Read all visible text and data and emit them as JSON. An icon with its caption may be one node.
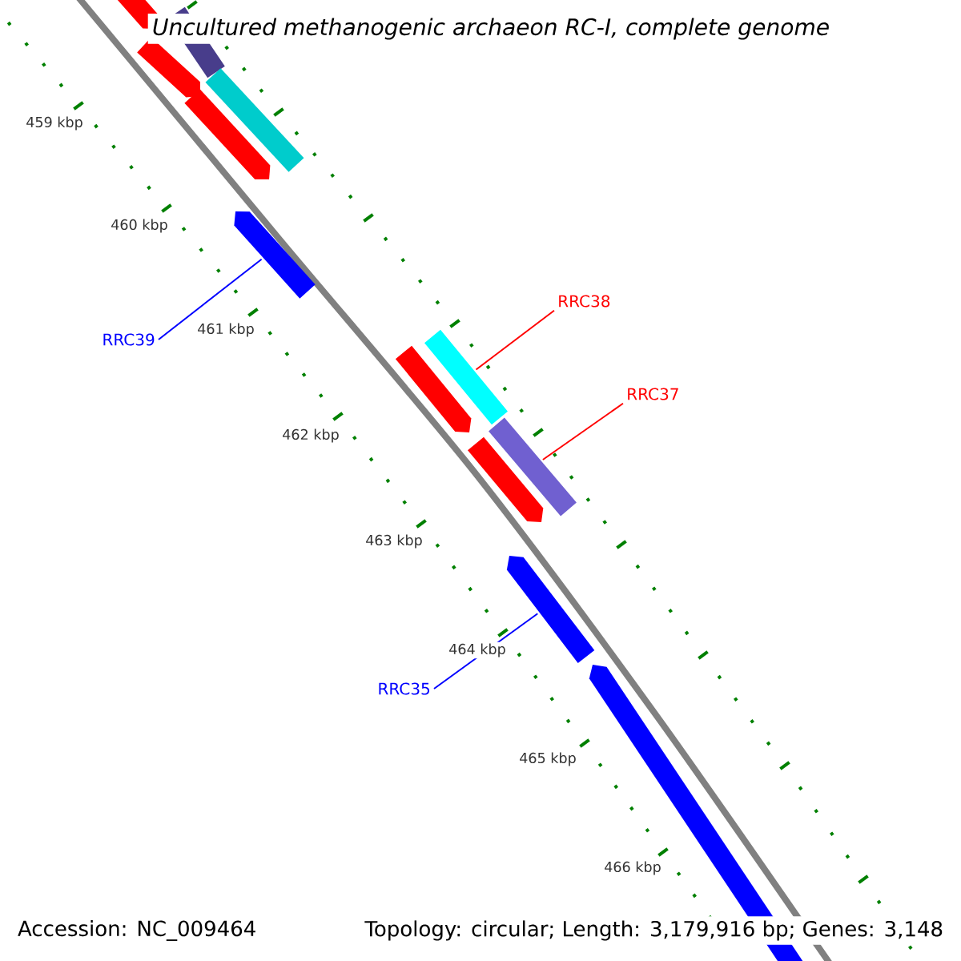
{
  "diagram": {
    "title": "Uncultured methanogenic archaeon RC-I, complete genome",
    "nodes": [
      {
        "text": [
          "RRC39"
        ]
      },
      {
        "text": [],
        "shape": "bar"
      },
      {
        "text": [
          "RRC38"
        ]
      },
      {
        "text": [],
        "shape": "bar"
      },
      {
        "text": [
          "RRC37"
        ]
      },
      {
        "text": [],
        "shape": "bar"
      },
      {
        "text": [
          "RRC35"
        ]
      },
      {
        "text": [],
        "shape": "bar"
      }
    ],
    "edges": [
      {
        "from": 0,
        "to": 1,
        "arrow": "none",
        "color": "#0000ff"
      },
      {
        "from": 2,
        "to": 3,
        "arrow": "none",
        "color": "#ff0000"
      },
      {
        "from": 4,
        "to": 5,
        "arrow": "none",
        "color": "#ff0000"
      },
      {
        "from": 6,
        "to": 7,
        "arrow": "none",
        "color": "#0000ff"
      }
    ],
    "labels": [
      "459 kbp",
      "460 kbp",
      "461 kbp",
      "462 kbp",
      "463 kbp",
      "464 kbp",
      "465 kbp",
      "466 kbp",
      "Accession: NC_009464",
      "Topology: circular; Length: 3,179,916 bp; Genes: 3,148"
    ]
  }
}
